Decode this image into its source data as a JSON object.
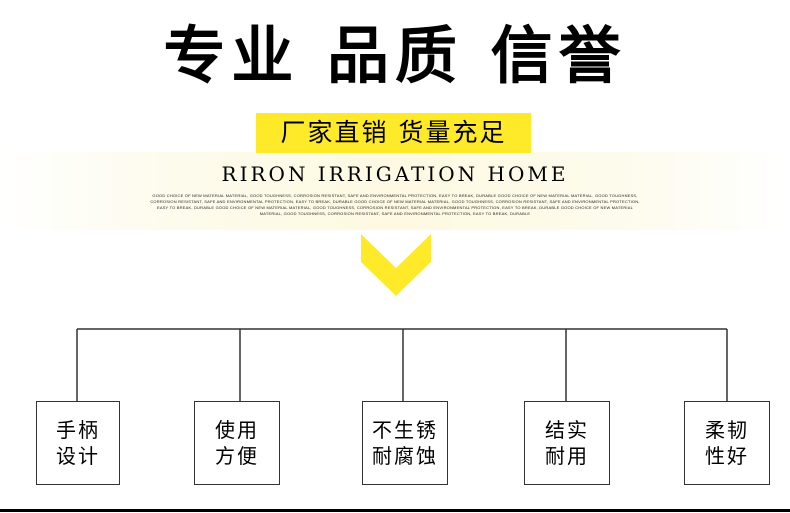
{
  "headline": "专业 品质 信誉",
  "slogan": "厂家直销  货量充足",
  "brand": "RIRON IRRIGATION HOME",
  "fine_print": "GOOD CHOICE OF NEW MATERIAL MATERIAL, GOOD TOUGHNESS, CORROSION RESISTANT, SAFE AND ENVIRONMENTAL PROTECTION, EASY TO BREAK, DURABLE GOOD CHOICE OF NEW MATERIAL MATERIAL, GOOD TOUGHNESS, CORROSION RESISTANT, SAFE AND ENVIRONMENTAL PROTECTION, EASY TO BREAK, DURABLE GOOD CHOICE OF NEW MATERIAL MATERIAL, GOOD TOUGHNESS, CORROSION RESISTANT, SAFE AND ENVIRONMENTAL PROTECTION, EASY TO BREAK, DURABLE GOOD CHOICE OF NEW MATERIAL MATERIAL, GOOD TOUGHNESS, CORROSION RESISTANT, SAFE AND ENVIRONMENTAL PROTECTION, EASY TO BREAK, DURABLE GOOD CHOICE OF NEW MATERIAL MATERIAL, GOOD TOUGHNESS, CORROSION RESISTANT, SAFE AND ENVIRONMENTAL PROTECTION, EASY TO BREAK, DURABLE",
  "chevron_color": "#ffea2a",
  "accent_color": "#ffea2a",
  "features": [
    {
      "line1": "手柄",
      "line2": "设计"
    },
    {
      "line1": "使用",
      "line2": "方便"
    },
    {
      "line1": "不生锈",
      "line2": "耐腐蚀"
    },
    {
      "line1": "结实",
      "line2": "耐用"
    },
    {
      "line1": "柔韧",
      "line2": "性好"
    }
  ]
}
